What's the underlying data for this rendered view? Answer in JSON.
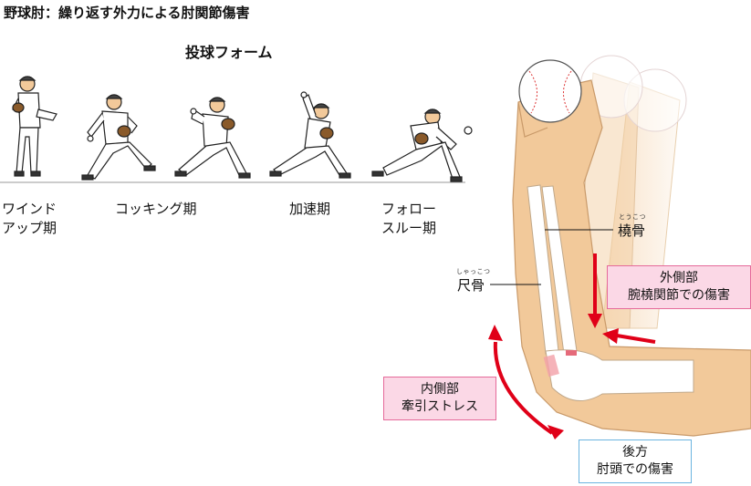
{
  "title": "野球肘：繰り返す外力による肘関節傷害",
  "subtitle": "投球フォーム",
  "phases": [
    {
      "line1": "ワインド",
      "line2": "アップ期"
    },
    {
      "line1": "コッキング期",
      "line2": ""
    },
    {
      "line1": "加速期",
      "line2": ""
    },
    {
      "line1": "フォロー",
      "line2": "スルー期"
    }
  ],
  "bones": {
    "radius": {
      "label": "橈骨",
      "ruby": "とうこつ"
    },
    "ulna": {
      "label": "尺骨",
      "ruby": "しゃっこつ"
    }
  },
  "injuries": {
    "lateral": {
      "line1": "外側部",
      "line2": "腕橈関節での傷害"
    },
    "medial": {
      "line1": "内側部",
      "line2": "牽引ストレス"
    },
    "posterior": {
      "line1": "後方",
      "line2": "肘頭での傷害"
    }
  },
  "colors": {
    "skin": "#f2c99a",
    "skin_outline": "#c99a6a",
    "arrow_red": "#e00018",
    "box_pink_fill": "#fbd8e6",
    "box_pink_border": "#e56a9a",
    "box_blue_border": "#6bb4e0"
  }
}
